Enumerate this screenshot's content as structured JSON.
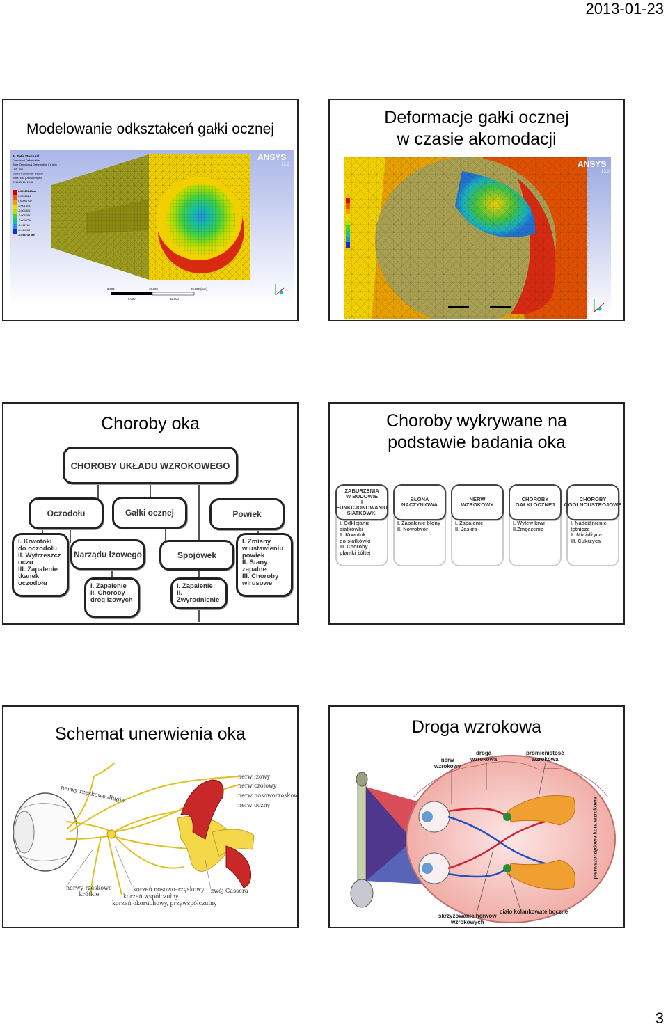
{
  "header": {
    "date": "2013-01-23"
  },
  "footer": {
    "page": "3"
  },
  "slides": {
    "s1": {
      "title": "Modelowanie odkształceń gałki ocznej",
      "ansys": {
        "logo": "ANSYS",
        "version": "13.0",
        "legend_title": "A: Static Structural",
        "legend_lines": [
          "Directional Deformation",
          "Type: Directional Deformation ( Y Axis )",
          "Unit: mm",
          "Global Coordinate System",
          "Time: 100 (Unconverged)",
          "2011.11.14. 15:48"
        ],
        "max": "0.0036504 Max",
        "values": [
          "0.0031624",
          "0.00067437",
          "-0.0018137",
          "-0.0043017",
          "-0.0067897",
          "-0.0092776",
          "-0.011766",
          "-0.014254"
        ],
        "min": "-0.016742 Min",
        "scale_top": [
          "0.000",
          "10.000",
          "20.000 (mm)"
        ],
        "scale_bottom": [
          "5.000",
          "15.000"
        ],
        "legend_colors": [
          "#d40000",
          "#e85a00",
          "#f0a000",
          "#f2d800",
          "#b8e000",
          "#40d040",
          "#18c0a0",
          "#2090e0",
          "#1030d0"
        ]
      }
    },
    "s2": {
      "title_line1": "Deformacje gałki ocznej",
      "title_line2": "w czasie akomodacji",
      "ansys": {
        "logo": "ANSYS",
        "version": "13.0"
      }
    },
    "s3": {
      "title": "Choroby oka",
      "root": "CHOROBY UKŁADU WZROKOWEGO",
      "level1": [
        "Oczodołu",
        "Gałki ocznej",
        "Powiek"
      ],
      "level2": [
        "Narządu łzowego",
        "Spojówek"
      ],
      "lists": {
        "oczodolu": "I. Krwotoki\ndo oczodołu\nII. Wytrzeszcz\noczu\nIII. Zapalenie\ntkanek oczodołu",
        "narzadu": "I. Zapalenie\nII. Choroby\ndróg łzowych",
        "spojowek": "I. Zapalenie\nII. Zwyrodnienie",
        "powiek": "I. Zmiany\nw ustawieniu\npowiek\nII. Stany zapalne\nIII. Choroby\nwirusowe"
      }
    },
    "s4": {
      "title_line1": "Choroby wykrywane na",
      "title_line2": "podstawie badania oka",
      "columns": [
        {
          "header": "ZABURZENIA\nW BUDOWIE\nI FUNKCJONOWANIU\nSIATKÓWKI",
          "items": "I. Odklejanie\nsiatkówki\nII. Krwotok\ndo siatkówki\nIII. Choroby\nplamki żółtej"
        },
        {
          "header": "BŁONA\nNACZYNIOWA",
          "items": "I. Zapalenie błony\nII. Nowotwór"
        },
        {
          "header": "NERW\nWZROKOWY",
          "items": "I. Zapalenie\nII. Jaskra"
        },
        {
          "header": "CHOROBY\nGAŁKI OCZNEJ",
          "items": "I. Wylew krwi\nII.Zmęczenie"
        },
        {
          "header": "CHOROBY\nOGÓLNOUSTROJOWE",
          "items": "I. Nadciśnienie\ntętnicze\nII. Miażdżyca\nIII. Cukrzyca"
        }
      ]
    },
    "s5": {
      "title": "Schemat unerwienia oka",
      "labels": [
        "nerwy rzęskowe długie",
        "nerw łzowy",
        "nerw czołowy",
        "nerw nosoworzęskowy",
        "nerw oczny",
        "nerwy rzęskowe\nkrótkie",
        "korzeń nosowo–rzęskowy",
        "korzeń współczulny",
        "korzeń okoruchowy, przywspółczulny",
        "zwój Gassera"
      ]
    },
    "s6": {
      "title": "Droga wzrokowa",
      "labels": {
        "nerw": "nerw\nwzrokowy",
        "droga": "droga\nwzrokowa",
        "promienistosc": "promienistość\nwzrokowa",
        "skrzyzowanie": "skrzyżowanie nerwów\nwzrokowych",
        "cialo": "ciało kolankowate boczne",
        "kora": "pierwszorzędowa kora wzrokowa"
      }
    }
  }
}
